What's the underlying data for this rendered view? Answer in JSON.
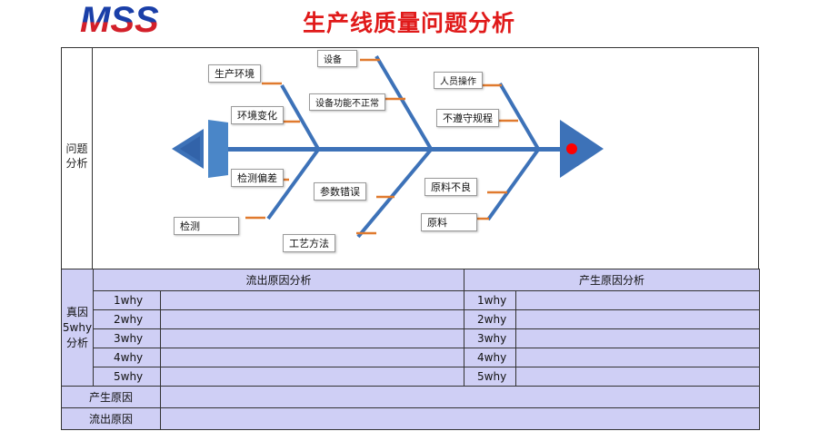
{
  "header": {
    "logo": "MSS",
    "title": "生产线质量问题分析",
    "colors": {
      "logo_blue": "#1a3fa8",
      "logo_red": "#d3202a",
      "title_red": "#e01a1a",
      "bone": "#3d72b8",
      "tick": "#e07a2e",
      "lavender": "#cfcff5"
    }
  },
  "problem_section": {
    "label_line1": "问题",
    "label_line2": "分析"
  },
  "fishbone": {
    "labels": {
      "production_env": "生产环境",
      "env_change": "环境变化",
      "inspection_bias": "检测偏差",
      "inspection": "检测",
      "equipment": "设备",
      "equipment_malfunction": "设备功能不正常",
      "param_error": "参数错误",
      "process_method": "工艺方法",
      "personnel_operation": "人员操作",
      "not_follow_rules": "不遵守规程",
      "material_defect": "原料不良",
      "material": "原料"
    }
  },
  "why_section": {
    "label_line1": "真因",
    "label_line2": "5why",
    "label_line3": "分析",
    "outflow_header": "流出原因分析",
    "occur_header": "产生原因分析",
    "rows": [
      "1why",
      "2why",
      "3why",
      "4why",
      "5why"
    ]
  },
  "footer": {
    "occur_cause": "产生原因",
    "outflow_cause": "流出原因"
  }
}
